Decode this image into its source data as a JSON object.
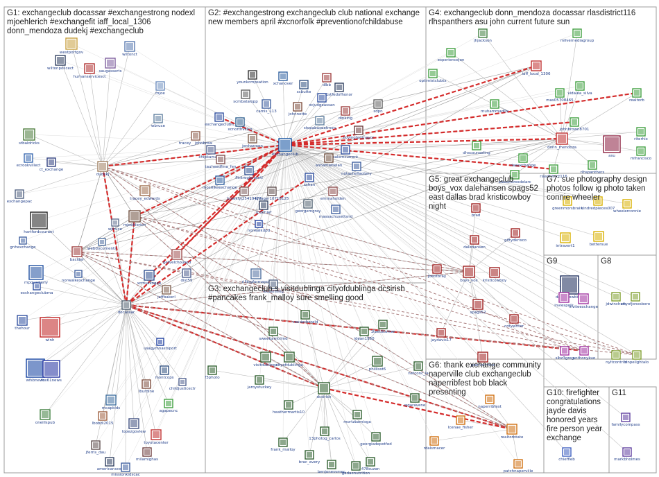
{
  "groups": [
    {
      "id": "G1",
      "title": "G1: exchangeclub docassar #exchangestrong nodexl mjoehlerich #exchangefit iaff_local_1306 donn_mendoza dudekj #exchangeclub"
    },
    {
      "id": "G2",
      "title": "G2: #exchangestrong exchangeclub club national exchange new members april #xcnorfolk #preventionofchildabuse"
    },
    {
      "id": "G4",
      "title": "G4: exchangeclub donn_mendoza docassar rlasdistrict116 rlhspanthers asu john current future sun"
    },
    {
      "id": "G5",
      "title": "G5: great exchangeclub boys_vox dalehansen spags52 east dallas brad kristicowboy night"
    },
    {
      "id": "G7",
      "title": "G7: sue photography design photos follow ig photo taken connie wheeler"
    },
    {
      "id": "G9",
      "title": "G9"
    },
    {
      "id": "G8",
      "title": "G8"
    },
    {
      "id": "G3",
      "title": "G3: exchangeclub s visitdublinga cityofdublinga dcsirish #pancakes frank_malloy sure smelling good"
    },
    {
      "id": "G6",
      "title": "G6: thank exchange community naperville club exchangeclub naperribfest bob black presenting"
    },
    {
      "id": "G10",
      "title": "G10: firefighter congratulations jayde davis honored years fire person year exchange"
    },
    {
      "id": "G11",
      "title": "G11"
    }
  ],
  "nodes": [
    {
      "id": "westportgov",
      "label": "westportgov",
      "color": "#c8a040"
    },
    {
      "id": "wiltonct",
      "label": "wiltonct",
      "color": "#5a7ab0"
    },
    {
      "id": "wiltonpolicect",
      "label": "wiltonpolicect",
      "color": "#304060"
    },
    {
      "id": "humanservicesct",
      "label": "humanservicesct",
      "color": "#b03030"
    },
    {
      "id": "saugasserts",
      "label": "saugasserts",
      "color": "#8060a0"
    },
    {
      "id": "mjoe",
      "label": "mjoe",
      "color": "#7090c0"
    },
    {
      "id": "stbaldricks",
      "label": "stbaldricks",
      "color": "#4a7a3a"
    },
    {
      "id": "wbruce",
      "label": "wbruce",
      "color": "#6080a0"
    },
    {
      "id": "ecrookvillect",
      "label": "ecrookvillect",
      "color": "#3a6ab0"
    },
    {
      "id": "ct_exchange",
      "label": "ct_exchange",
      "color": "#304080"
    },
    {
      "id": "tracey_johnbrow",
      "label": "tracey__johnbrow",
      "color": "#906050"
    },
    {
      "id": "dudekj",
      "label": "dudekj",
      "color": "#a08060"
    },
    {
      "id": "exchangepac",
      "label": "exchangepac",
      "color": "#506080"
    },
    {
      "id": "hartfordcourant",
      "label": "hartfordcourant",
      "color": "#202020"
    },
    {
      "id": "gnhexchange",
      "label": "gnhexchange",
      "color": "#4060a0"
    },
    {
      "id": "tracey_edwards",
      "label": "tracey_edwards",
      "color": "#a07050"
    },
    {
      "id": "mjoehlerich",
      "label": "mjoehlerich",
      "color": "#705040"
    },
    {
      "id": "wbruce2",
      "label": "wbruce",
      "color": "#607090"
    },
    {
      "id": "webdocuments",
      "label": "webdocuments",
      "color": "#5070a0"
    },
    {
      "id": "bacider",
      "label": "bacider",
      "color": "#a04040"
    },
    {
      "id": "mpquarterly",
      "label": "mpquarterly",
      "color": "#2050a0"
    },
    {
      "id": "exchangeclubma",
      "label": "exchangeclubma",
      "color": "#3050a0"
    },
    {
      "id": "norwalkexchange",
      "label": "norwalkexchange",
      "color": "#4060a0"
    },
    {
      "id": "getvelchoused",
      "label": "getvelchoused",
      "color": "#a05050"
    },
    {
      "id": "xcmuskogee",
      "label": "xcmuskogee",
      "color": "#305090"
    },
    {
      "id": "dist55",
      "label": "dist55",
      "color": "#506090"
    },
    {
      "id": "jeffbakerl",
      "label": "jeffbakerl",
      "color": "#806050"
    },
    {
      "id": "thehour",
      "label": "thehour",
      "color": "#3050a0"
    },
    {
      "id": "wlnh",
      "label": "wlnh",
      "color": "#c02020"
    },
    {
      "id": "docassar",
      "label": "docassar",
      "color": "#506070"
    },
    {
      "id": "usagymnastsport",
      "label": "usagymnastsport",
      "color": "#2040a0"
    },
    {
      "id": "wfsbnews",
      "label": "wfsbnews",
      "color": "#1040a0"
    },
    {
      "id": "fox61news",
      "label": "fox61news",
      "color": "#2030a0"
    },
    {
      "id": "oneillspub",
      "label": "oneillspub",
      "color": "#408040"
    },
    {
      "id": "montcops",
      "label": "montcops",
      "color": "#305080"
    },
    {
      "id": "childjusticectr",
      "label": "childjusticectr",
      "color": "#506090"
    },
    {
      "id": "lburdine",
      "label": "lburdine",
      "color": "#805040"
    },
    {
      "id": "mcapkids",
      "label": "mcapkids",
      "color": "#4070a0"
    },
    {
      "id": "agapecnc",
      "label": "agapecnc",
      "color": "#40a040"
    },
    {
      "id": "lbobdi2015",
      "label": "lbobdi2015",
      "color": "#a06040"
    },
    {
      "id": "lopezgovlew",
      "label": "lopezgovlew",
      "color": "#405080"
    },
    {
      "id": "toyotacenter",
      "label": "toyotacenter",
      "color": "#c03030"
    },
    {
      "id": "jferris_dau",
      "label": "jferris_dau",
      "color": "#605050"
    },
    {
      "id": "milamighas",
      "label": "milamighas",
      "color": "#704040"
    },
    {
      "id": "americanscol",
      "label": "americanscol",
      "color": "#304060"
    },
    {
      "id": "missionkidscac",
      "label": "missionkidscac",
      "color": "#4060a0"
    },
    {
      "id": "younkcmpsation",
      "label": "younkcmpsation",
      "color": "#303030"
    },
    {
      "id": "xchanover",
      "label": "xchanover",
      "color": "#3060a0"
    },
    {
      "id": "xcbutte",
      "label": "xcbutte",
      "color": "#305080"
    },
    {
      "id": "dlbb",
      "label": "dlbb",
      "color": "#a04040"
    },
    {
      "id": "scmbatalopp",
      "label": "scmbatalopp",
      "color": "#606060"
    },
    {
      "id": "camis_113",
      "label": "camis_113",
      "color": "#4060a0"
    },
    {
      "id": "johnnette",
      "label": "johnnette",
      "color": "#805040"
    },
    {
      "id": "xcjudgeassan",
      "label": "xcjudgeassan",
      "color": "#3050a0"
    },
    {
      "id": "1stfedofhonor",
      "label": "1stfedofhonor",
      "color": "#304060"
    },
    {
      "id": "exchangeclubn",
      "label": "exchangeclubn",
      "color": "#3050a0"
    },
    {
      "id": "xcnorthvillco",
      "label": "xcnorthvillco",
      "color": "#306090"
    },
    {
      "id": "stopabuseatmon",
      "label": "stopabuseatmon",
      "color": "#6080a0"
    },
    {
      "id": "dinking",
      "label": "dinking",
      "color": "#a04040"
    },
    {
      "id": "jenharmon",
      "label": "jenharmon",
      "color": "#806050"
    },
    {
      "id": "exchangeclub",
      "label": "exchangeclub",
      "color": "#1050a0"
    },
    {
      "id": "sdpn",
      "label": "sdpn",
      "color": "#606060"
    },
    {
      "id": "covingtonmayor",
      "label": "covingtonmayor",
      "color": "#704040"
    },
    {
      "id": "chipkamarce",
      "label": "chipkamarce",
      "color": "#506090"
    },
    {
      "id": "tauheed",
      "label": "tauheedfma_fen",
      "color": "#805050"
    },
    {
      "id": "salemcurrent",
      "label": "salemcurrent",
      "color": "#3050a0"
    },
    {
      "id": "annamwhelan",
      "label": "annamwhelan",
      "color": "#705040"
    },
    {
      "id": "flintregionsintl",
      "label": "flintregionsintl",
      "color": "#305090"
    },
    {
      "id": "mostlikeexchange",
      "label": "mostlikeexchange",
      "color": "#3060a0"
    },
    {
      "id": "xchan",
      "label": "xchan",
      "color": "#3050a0"
    },
    {
      "id": "notachellaolony",
      "label": "notachellaolony",
      "color": "#4060a0"
    },
    {
      "id": "brookly",
      "label": "brooklyj25419477",
      "color": "#806060"
    },
    {
      "id": "djeager",
      "label": "djeager10718125",
      "color": "#605050"
    },
    {
      "id": "emmaholden",
      "label": "emmaholden",
      "color": "#905050"
    },
    {
      "id": "rpdchief",
      "label": "rpdchief",
      "color": "#304060"
    },
    {
      "id": "georgemgray",
      "label": "georgemgray",
      "color": "#506070"
    },
    {
      "id": "massachsnd",
      "label": "massachusettsnd",
      "color": "#4060a0"
    },
    {
      "id": "norwalkdpd",
      "label": "norwalkdpd",
      "color": "#2040a0"
    },
    {
      "id": "rillingformayor",
      "label": "rillingformayor",
      "color": "#5070a0"
    },
    {
      "id": "lucasrilling",
      "label": "lucasrilling",
      "color": "#506080"
    },
    {
      "id": "jhjackson",
      "label": "jhjackson",
      "color": "#408040"
    },
    {
      "id": "milvernediagroup",
      "label": "milvernediagroup",
      "color": "#40a040"
    },
    {
      "id": "experiencejon",
      "label": "experiencejon",
      "color": "#40a040"
    },
    {
      "id": "optimistclubtx",
      "label": "optimistclubtx",
      "color": "#40a040"
    },
    {
      "id": "iaff_local_1306",
      "label": "iaff_local_1306",
      "color": "#c03030"
    },
    {
      "id": "mas05708465",
      "label": "mas05708465",
      "color": "#40a040"
    },
    {
      "id": "vidalea_silva",
      "label": "vidalea_silva",
      "color": "#40a040"
    },
    {
      "id": "muhammad0x",
      "label": "muhammad0x",
      "color": "#40a040"
    },
    {
      "id": "realtorb",
      "label": "realtorb",
      "color": "#40a040"
    },
    {
      "id": "johnbrown",
      "label": "johnbrown8701",
      "color": "#40a040"
    },
    {
      "id": "asu",
      "label": "asu",
      "color": "#8b1e3f"
    },
    {
      "id": "riterhix",
      "label": "riterhix",
      "color": "#40a040"
    },
    {
      "id": "mfrancisco",
      "label": "mfrancisco",
      "color": "#40a040"
    },
    {
      "id": "dhscounseling",
      "label": "dhscounseling",
      "color": "#40a040"
    },
    {
      "id": "donn_mendoza",
      "label": "donn_mendoza",
      "color": "#c03030"
    },
    {
      "id": "riseexchange",
      "label": "riseexchange",
      "color": "#40a040"
    },
    {
      "id": "alexandrosdelarc",
      "label": "alexandrosdelarc",
      "color": "#40a040"
    },
    {
      "id": "rlasdistrict116",
      "label": "rlasdistrict116",
      "color": "#40a040"
    },
    {
      "id": "rlhspanthers",
      "label": "rlhspanthers",
      "color": "#40a040"
    },
    {
      "id": "brad",
      "label": "brad",
      "color": "#a02020"
    },
    {
      "id": "dalehansen",
      "label": "dalehansen",
      "color": "#a02020"
    },
    {
      "id": "giftydkrisco",
      "label": "giftydkrisco",
      "color": "#a02020"
    },
    {
      "id": "joeotbray",
      "label": "joeotbray",
      "color": "#a02020"
    },
    {
      "id": "boys_vox",
      "label": "boys_vox",
      "color": "#a02020"
    },
    {
      "id": "kristicowboy",
      "label": "kristicowboy",
      "color": "#a02020"
    },
    {
      "id": "dallascowboys",
      "label": "dallascowboys",
      "color": "#1a2a5a"
    },
    {
      "id": "spags52",
      "label": "spags52",
      "color": "#a02020"
    },
    {
      "id": "jaydavis17",
      "label": "jaydavis17",
      "color": "#a02020"
    },
    {
      "id": "cotywriter",
      "label": "cotywriter",
      "color": "#a02020"
    },
    {
      "id": "grammyvibe",
      "label": "grammyvibe",
      "color": "#a02020"
    },
    {
      "id": "greenmorsbrain",
      "label": "greenmorsbrain",
      "color": "#d8b000"
    },
    {
      "id": "kindredpieces",
      "label": "kindredpieces007",
      "color": "#d8b000"
    },
    {
      "id": "wheelerconnie",
      "label": "wheelerconnie",
      "color": "#d8b000"
    },
    {
      "id": "intravert1",
      "label": "intravert1",
      "color": "#d8b000"
    },
    {
      "id": "bettersue",
      "label": "bettersue",
      "color": "#d8b000"
    },
    {
      "id": "inviespoik",
      "label": "inviespoik",
      "color": "#a030a0"
    },
    {
      "id": "inviteexchange",
      "label": "inviteexchange",
      "color": "#a030a0"
    },
    {
      "id": "slbz3greg",
      "label": "slbz3greg",
      "color": "#a030a0"
    },
    {
      "id": "anthonykuo",
      "label": "anthonykuo",
      "color": "#a030a0"
    },
    {
      "id": "jdwinchsm",
      "label": "jdwinchsm",
      "color": "#80a030"
    },
    {
      "id": "cityofjonesboro",
      "label": "cityofjonesboro",
      "color": "#80a030"
    },
    {
      "id": "nyltcontrib",
      "label": "nyltcontrib",
      "color": "#80a030"
    },
    {
      "id": "dnpelightalo",
      "label": "dnpelightalo",
      "color": "#80a030"
    },
    {
      "id": "courierherald",
      "label": "courierherald",
      "color": "#306030"
    },
    {
      "id": "1teedicemer",
      "label": "1teedicemer",
      "color": "#306030"
    },
    {
      "id": "sweetjamtrlmd",
      "label": "sweetjamtrlmd",
      "color": "#306030"
    },
    {
      "id": "idean1950",
      "label": "idean1950",
      "color": "#306030"
    },
    {
      "id": "visitdublinga",
      "label": "visitdublinga",
      "color": "#306030"
    },
    {
      "id": "cityofdublinga",
      "label": "cityofdublinga",
      "color": "#306030"
    },
    {
      "id": "phillisst6",
      "label": "phillisst6",
      "color": "#306030"
    },
    {
      "id": "netconc_la",
      "label": "netconc_la",
      "color": "#306030"
    },
    {
      "id": "f3photo",
      "label": "f3photo",
      "color": "#306030"
    },
    {
      "id": "jaroystuckey",
      "label": "jaroystuckey",
      "color": "#306030"
    },
    {
      "id": "dcsirish",
      "label": "dcsirish",
      "color": "#306030"
    },
    {
      "id": "wgaravene",
      "label": "wgaravene",
      "color": "#306030"
    },
    {
      "id": "heathermartis10",
      "label": "heathermartis10",
      "color": "#306030"
    },
    {
      "id": "mortzbamisga",
      "label": "mortzbamisga",
      "color": "#306030"
    },
    {
      "id": "frank_malloy",
      "label": "frank_malloy",
      "color": "#306030"
    },
    {
      "id": "13photog_carlos",
      "label": "13photog_carlos",
      "color": "#306030"
    },
    {
      "id": "georgiadepotfed",
      "label": "georgiadepotfed",
      "color": "#306030"
    },
    {
      "id": "brac_avery",
      "label": "brac_avery",
      "color": "#306030"
    },
    {
      "id": "benjonesvmec",
      "label": "benjonesvmec",
      "color": "#306030"
    },
    {
      "id": "478suzan",
      "label": "478suzan",
      "color": "#306030"
    },
    {
      "id": "gadaenutrition",
      "label": "gadaenutrition",
      "color": "#306030"
    },
    {
      "id": "naperribfest",
      "label": "naperribfest",
      "color": "#d07010"
    },
    {
      "id": "lcenae_fisher",
      "label": "lcenae_fisher",
      "color": "#d07010"
    },
    {
      "id": "rdalsmacer",
      "label": "rdalsmacer",
      "color": "#d07010"
    },
    {
      "id": "realtorbtate",
      "label": "realtorbtate",
      "color": "#d07010"
    },
    {
      "id": "patchnaperville",
      "label": "patchnaperville",
      "color": "#d07010"
    },
    {
      "id": "thefamilycomps",
      "label": "familycompass",
      "color": "#6040a0"
    },
    {
      "id": "markbholmes",
      "label": "markbholmes",
      "color": "#6040a0"
    },
    {
      "id": "chieffleb",
      "label": "chieffleb",
      "color": "#4060c0"
    }
  ]
}
